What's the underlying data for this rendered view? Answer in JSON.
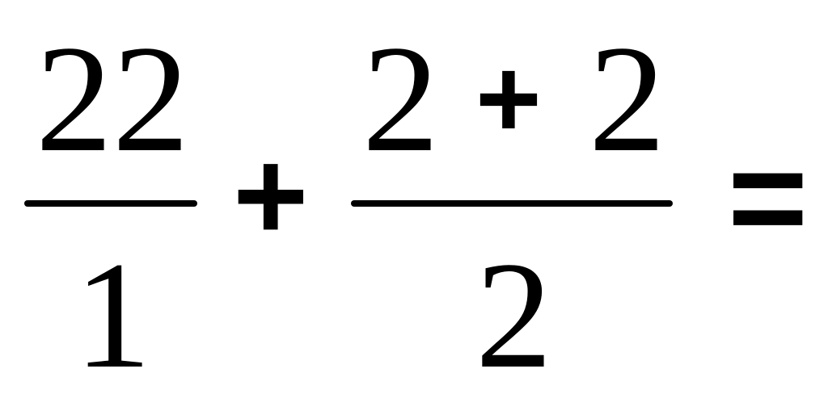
{
  "expression": {
    "fraction1": {
      "numerator": "22",
      "denominator": "1"
    },
    "operator_between": "+",
    "fraction2": {
      "numerator_left": "2",
      "numerator_operator": "+",
      "numerator_right": "2",
      "denominator": "2"
    },
    "equals_sign": "="
  }
}
